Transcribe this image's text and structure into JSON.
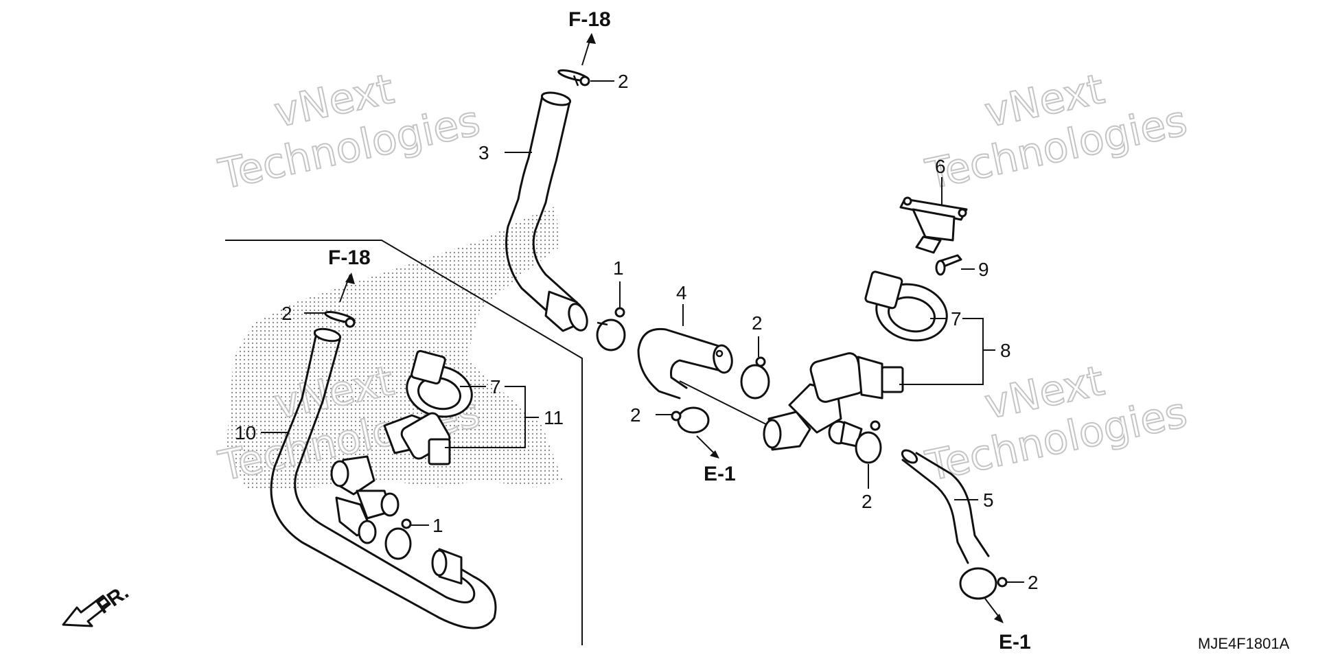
{
  "watermark": {
    "line1": "vNext",
    "line2": "Technologies"
  },
  "reference_labels": {
    "f18": "F-18",
    "e1": "E-1"
  },
  "direction_label": "FR.",
  "diagram_code": "MJE4F1801A",
  "callouts": {
    "c1": "1",
    "c2": "2",
    "c3": "3",
    "c4": "4",
    "c5": "5",
    "c6": "6",
    "c7": "7",
    "c8": "8",
    "c9": "9",
    "c10": "10",
    "c11": "11"
  },
  "colors": {
    "line": "#111111",
    "watermark": "#c4c4c4",
    "background": "#ffffff"
  }
}
